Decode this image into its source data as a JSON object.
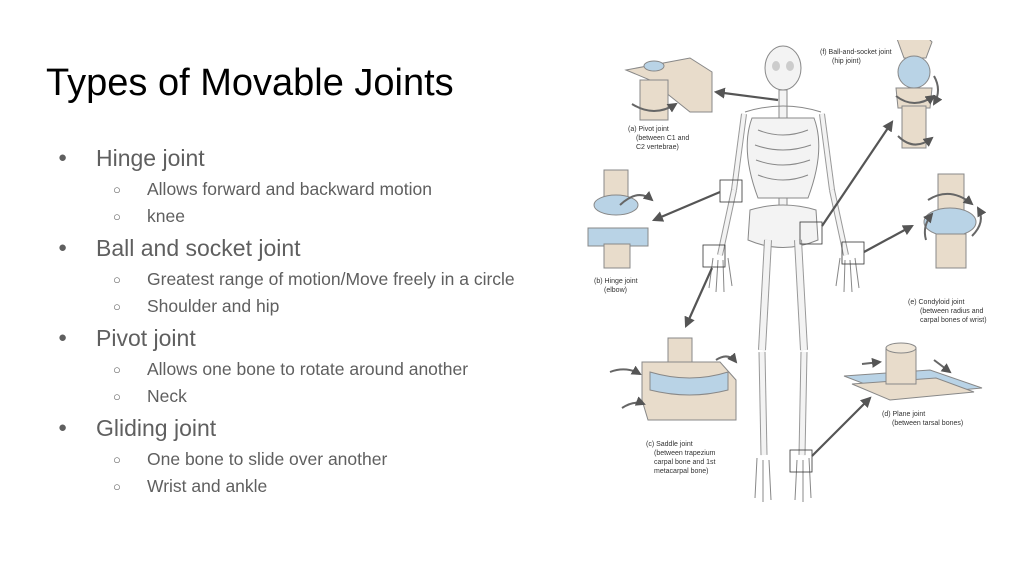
{
  "slide": {
    "title": "Types of Movable Joints",
    "bullets": [
      {
        "label": "Hinge joint",
        "subs": [
          "Allows forward and backward motion",
          "knee"
        ]
      },
      {
        "label": "Ball and socket joint",
        "subs": [
          "Greatest range of motion/Move freely in a circle",
          "Shoulder and hip"
        ]
      },
      {
        "label": "Pivot joint",
        "subs": [
          "Allows one bone to rotate around another",
          "Neck"
        ]
      },
      {
        "label": "Gliding joint",
        "subs": [
          "One bone to slide over another",
          "Wrist and ankle"
        ]
      }
    ],
    "markers": {
      "level1": "●",
      "level2": "○"
    }
  },
  "figure": {
    "captions": {
      "pivot": [
        "(a) Pivot joint",
        "(between C1 and",
        "C2 vertebrae)"
      ],
      "hinge": [
        "(b) Hinge joint",
        "(elbow)"
      ],
      "saddle": [
        "(c) Saddle joint",
        "(between trapezium",
        "carpal bone and 1st",
        "metacarpal bone)"
      ],
      "plane": [
        "(d) Plane joint",
        "(between tarsal bones)"
      ],
      "condyloid": [
        "(e) Condyloid joint",
        "(between radius and",
        "carpal bones of wrist)"
      ],
      "ball": [
        "(f) Ball-and-socket joint",
        "(hip joint)"
      ]
    },
    "colors": {
      "bone": "#f3f3f3",
      "bone_outline": "#888888",
      "joint_tan": "#e8dccb",
      "joint_blue": "#b9d3e6",
      "arrow": "#555555"
    }
  }
}
